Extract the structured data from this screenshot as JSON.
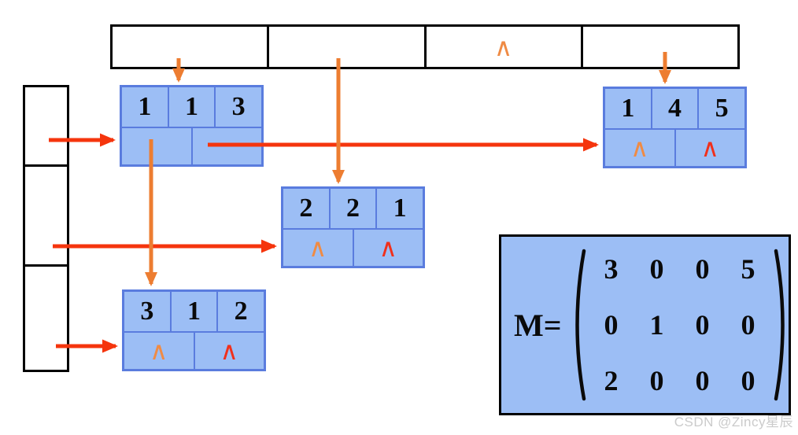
{
  "colors": {
    "node_fill": "#9CBEF5",
    "node_border": "#5A7CDE",
    "array_border": "#000000",
    "arrow_orange": "#ED7D31",
    "arrow_red": "#F5350D",
    "null_symbol_orange": "#EF8B45",
    "null_symbol_red": "#F0301C",
    "matrix_box_fill": "#9CBEF5",
    "watermark_gray": "#CBCBCB"
  },
  "top_array": {
    "cells": [
      "",
      "",
      "∧",
      ""
    ]
  },
  "left_array": {
    "cells": [
      "",
      "",
      ""
    ]
  },
  "nodes": [
    {
      "row": "1",
      "col": "1",
      "val": "3",
      "down": "",
      "right": ""
    },
    {
      "row": "1",
      "col": "4",
      "val": "5",
      "down": "∧",
      "right": "∧"
    },
    {
      "row": "2",
      "col": "2",
      "val": "1",
      "down": "∧",
      "right": "∧"
    },
    {
      "row": "3",
      "col": "1",
      "val": "2",
      "down": "∧",
      "right": "∧"
    }
  ],
  "matrix": {
    "label": "M=",
    "rows": [
      [
        "3",
        "0",
        "0",
        "5"
      ],
      [
        "0",
        "1",
        "0",
        "0"
      ],
      [
        "2",
        "0",
        "0",
        "0"
      ]
    ]
  },
  "watermark": "CSDN @Zincy星辰"
}
